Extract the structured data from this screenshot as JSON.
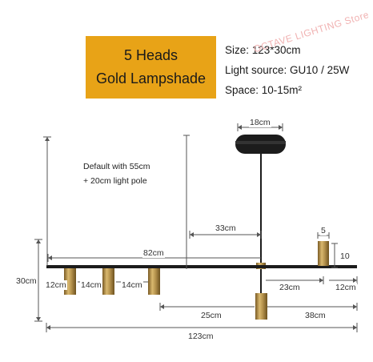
{
  "title_box": {
    "line1": "5 Heads",
    "line2": "Gold Lampshade",
    "color": "#e8a317"
  },
  "specs": {
    "size": "Size: 123*30cm",
    "light_source": "Light source: GU10 / 25W",
    "space": "Space: 10-15m²"
  },
  "watermark": "OCTAVE LIGHTING Store",
  "note": {
    "line1": "Default with 55cm",
    "line2": "+ 20cm light pole"
  },
  "dimensions": {
    "canopy_width": "18cm",
    "arm_to_pole": "33cm",
    "left_arm": "82cm",
    "head_height": "5",
    "head_length": "10",
    "total_height": "30cm",
    "gap_1": "12cm",
    "gap_2": "14cm",
    "gap_3": "14cm",
    "gap_right_1": "23cm",
    "gap_right_2": "12cm",
    "lower_left": "25cm",
    "lower_right": "38cm",
    "total_length": "123cm"
  },
  "colors": {
    "bar": "#1c1c1c",
    "gold": "#b8954f",
    "dimension_line": "#555555"
  }
}
